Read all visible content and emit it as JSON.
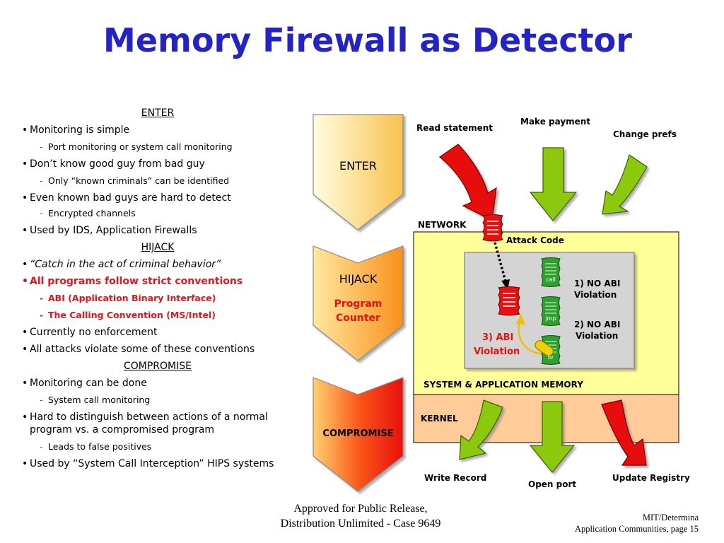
{
  "title": "Memory Firewall as Detector",
  "left_text": {
    "enter": {
      "heading": "ENTER",
      "b1": "Monitoring is simple",
      "b1_sub": "Port monitoring or system call monitoring",
      "b2": "Don’t know good guy from bad guy",
      "b2_sub": "Only “known criminals” can be identified",
      "b3": "Even known bad guys are hard to detect",
      "b3_sub": "Encrypted channels",
      "b4": "Used by IDS, Application Firewalls"
    },
    "hijack": {
      "heading": "HIJACK",
      "b1": "“Catch in the act of criminal behavior”",
      "b2": "All programs follow strict conventions",
      "b2_sub1": "ABI (Application Binary Interface)",
      "b2_sub2": "The Calling Convention (MS/Intel)",
      "b3": "Currently no enforcement",
      "b4": "All attacks violate some of these conventions"
    },
    "compromise": {
      "heading": "COMPROMISE",
      "b1": "Monitoring can be done",
      "b1_sub": "System call monitoring",
      "b2": "Hard to distinguish between actions of a normal program vs. a compromised program",
      "b2_sub": "Leads to false positives",
      "b3": "Used by “System Call Interception” HIPS systems"
    }
  },
  "diagram": {
    "stages": {
      "enter": "ENTER",
      "hijack": "HIJACK",
      "hijack_sub1": "Program",
      "hijack_sub2": "Counter",
      "compromise": "COMPROMISE"
    },
    "inputs": {
      "read": "Read statement",
      "make": "Make payment",
      "change": "Change prefs"
    },
    "network": "NETWORK",
    "attack_code": "Attack Code",
    "sys_mem": "SYSTEM & APPLICATION MEMORY",
    "kernel": "KERNEL",
    "instr": {
      "call": "call",
      "jmp": "jmp",
      "br": "br"
    },
    "violations": {
      "v1_line1": "1) NO ABI",
      "v1_line2": "Violation",
      "v2_line1": "2) NO ABI",
      "v2_line2": "Violation",
      "v3_line1": "3) ABI",
      "v3_line2": "Violation"
    },
    "outputs": {
      "write": "Write Record",
      "open": "Open port",
      "update": "Update Registry"
    },
    "colors": {
      "red_arrow": "#e81010",
      "green_arrow": "#8cc80a",
      "memory_box": "#ffff99",
      "kernel_box": "#ffcc99",
      "inner_box": "#d4d4d4",
      "title": "#2323c8"
    }
  },
  "footer": {
    "center_line1": "Approved for Public Release,",
    "center_line2": "Distribution Unlimited - Case 9649",
    "right_line1": "MIT/Determina",
    "right_line2": "Application Communities, page 15"
  }
}
